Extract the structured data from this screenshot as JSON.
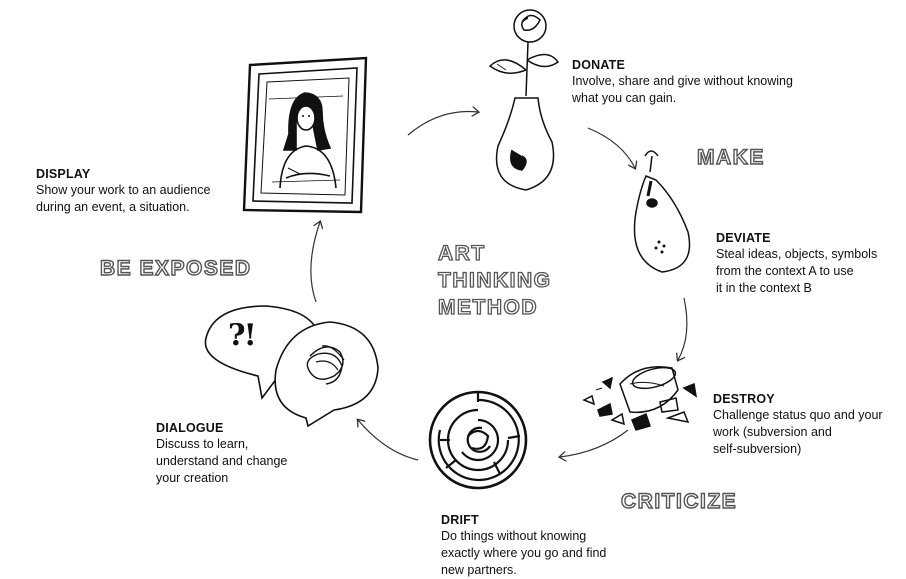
{
  "center_title": {
    "line1": "ART",
    "line2": "THINKING",
    "line3": "METHOD"
  },
  "phases": {
    "make": "MAKE",
    "criticize": "CRITICIZE",
    "be_exposed": "BE EXPOSED"
  },
  "steps": {
    "donate": {
      "title": "DONATE",
      "desc": "Involve, share and give without knowing\nwhat you can gain."
    },
    "deviate": {
      "title": "DEVIATE",
      "desc": "Steal ideas, objects, symbols\nfrom the context A to use\nit in the context B"
    },
    "destroy": {
      "title": "DESTROY",
      "desc": "Challenge status quo and your\nwork (subversion and\nself-subversion)"
    },
    "drift": {
      "title": "DRIFT",
      "desc": "Do things without knowing\nexactly where you go and find\nnew partners."
    },
    "dialogue": {
      "title": "DIALOGUE",
      "desc": "Discuss to learn,\nunderstand and change\nyour creation"
    },
    "display": {
      "title": "DISPLAY",
      "desc": "Show your work to an audience\nduring an event, a situation."
    }
  },
  "illustrations": {
    "donate": "rose-in-vase-icon",
    "deviate": "pear-object-icon",
    "destroy": "broken-bowl-icon",
    "drift": "maze-icon",
    "dialogue": "speech-bubbles-icon",
    "display": "framed-portrait-icon"
  },
  "bubble_text": "?!",
  "colors": {
    "ink": "#111111",
    "outline": "#555555",
    "background": "#ffffff"
  }
}
